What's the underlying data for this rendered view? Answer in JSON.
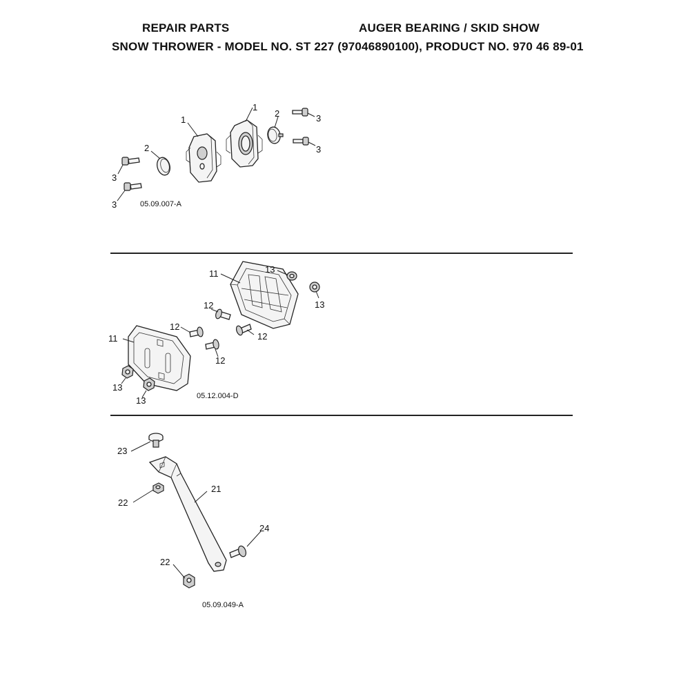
{
  "header": {
    "left_title": "REPAIR PARTS",
    "right_title": "AUGER BEARING / SKID SHOW",
    "subtitle": "SNOW THROWER - MODEL NO. ST 227 (97046890100), PRODUCT NO. 970 46 89-01"
  },
  "figures": [
    {
      "code": "05.09.007-A",
      "callouts": [
        "1",
        "1",
        "2",
        "2",
        "3",
        "3",
        "3",
        "3"
      ]
    },
    {
      "code": "05.12.004-D",
      "callouts": [
        "11",
        "11",
        "12",
        "12",
        "12",
        "12",
        "13",
        "13",
        "13",
        "13"
      ]
    },
    {
      "code": "05.09.049-A",
      "callouts": [
        "21",
        "22",
        "22",
        "23",
        "24"
      ]
    }
  ]
}
